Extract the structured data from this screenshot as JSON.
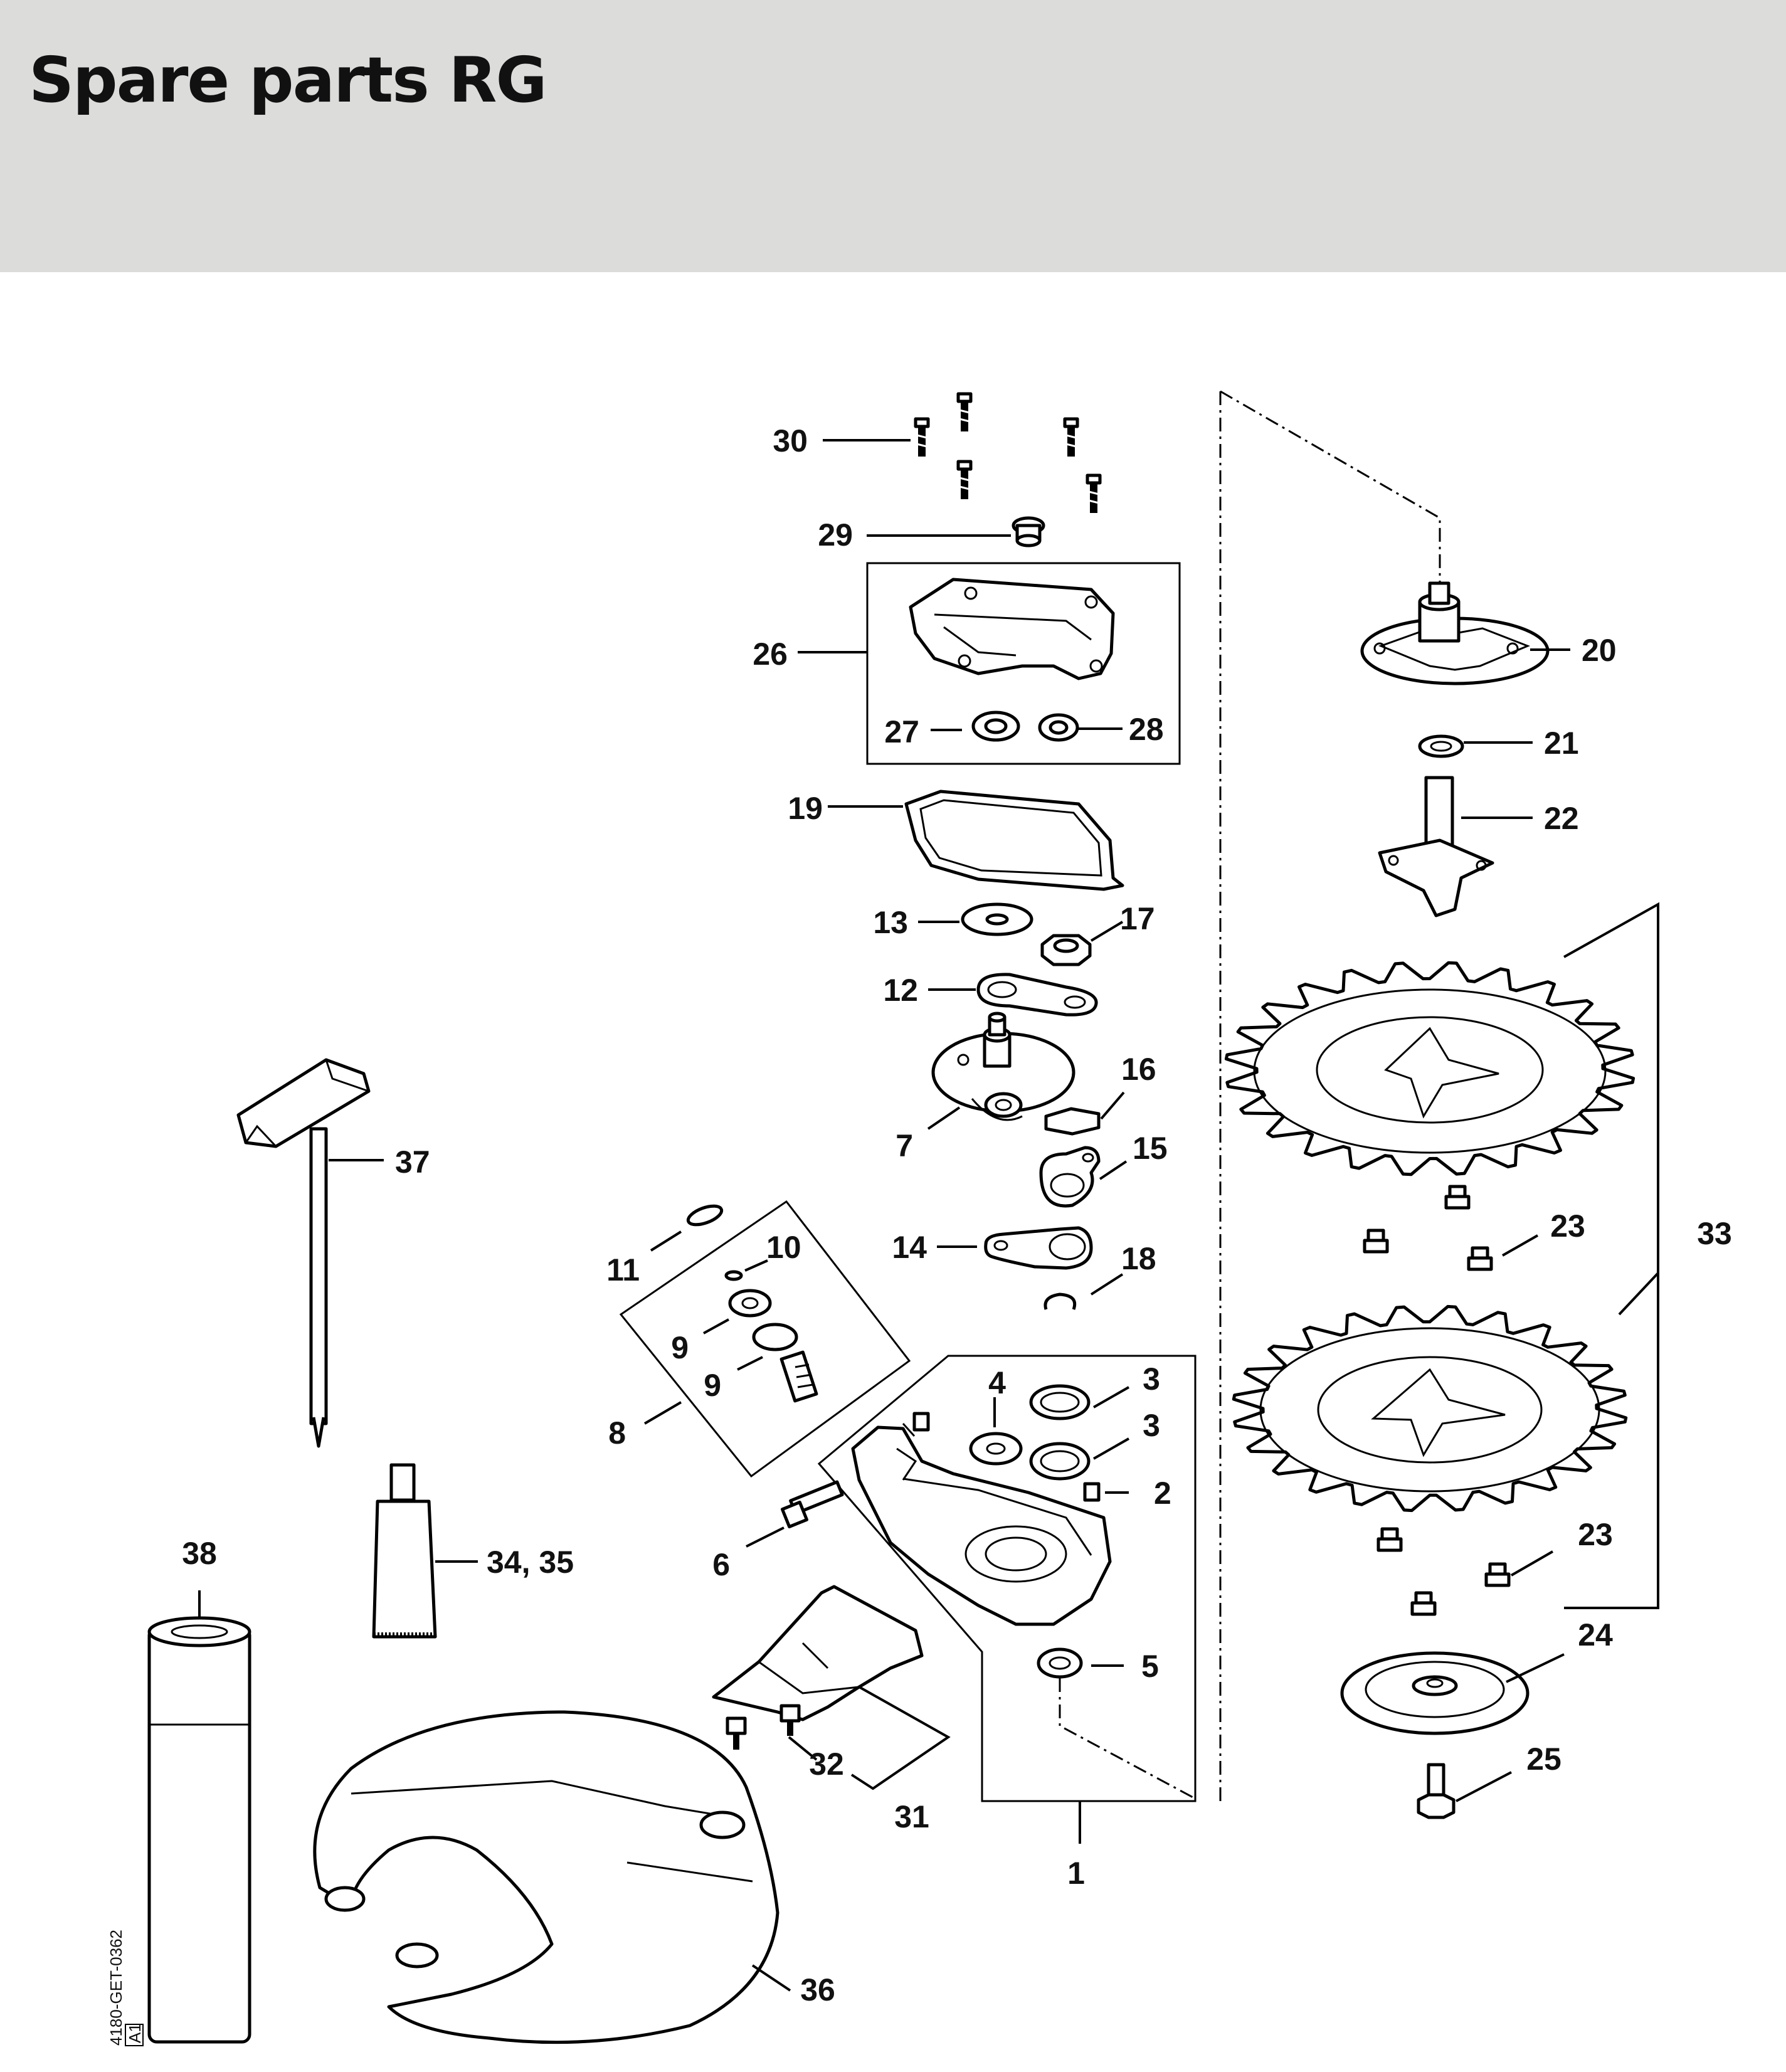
{
  "page": {
    "title": "Spare parts RG"
  },
  "diagram": {
    "reference_code": "4180-GET-0362",
    "revision": "A1",
    "callouts": {
      "c1": "1",
      "c2": "2",
      "c3a": "3",
      "c3b": "3",
      "c4": "4",
      "c5": "5",
      "c6": "6",
      "c7": "7",
      "c8": "8",
      "c9a": "9",
      "c9b": "9",
      "c10": "10",
      "c11": "11",
      "c12": "12",
      "c13": "13",
      "c14": "14",
      "c15": "15",
      "c16": "16",
      "c17": "17",
      "c18": "18",
      "c19": "19",
      "c20": "20",
      "c21": "21",
      "c22": "22",
      "c23a": "23",
      "c23b": "23",
      "c24": "24",
      "c25": "25",
      "c26": "26",
      "c27": "27",
      "c28": "28",
      "c29": "29",
      "c30": "30",
      "c31": "31",
      "c32": "32",
      "c33": "33",
      "c34_35": "34, 35",
      "c36": "36",
      "c37": "37",
      "c38": "38"
    }
  }
}
